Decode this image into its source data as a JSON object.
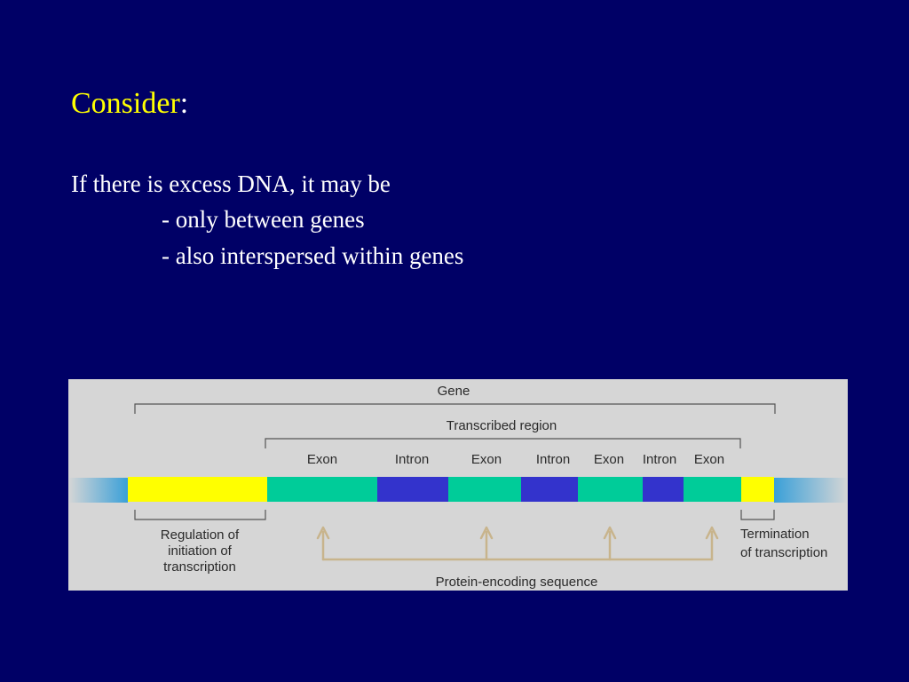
{
  "slide": {
    "title": "Consider",
    "title_suffix": ":",
    "intro": "If there is excess DNA, it may be",
    "bullets": [
      "- only between genes",
      "- also interspersed within genes"
    ]
  },
  "diagram": {
    "gene_label": "Gene",
    "transcribed_region_label": "Transcribed region",
    "segments": [
      "Exon",
      "Intron",
      "Exon",
      "Intron",
      "Exon",
      "Intron",
      "Exon"
    ],
    "regulation_label": [
      "Regulation of",
      "initiation of",
      "transcription"
    ],
    "termination_label": [
      "Termination",
      "of transcription"
    ],
    "protein_label": "Protein-encoding sequence",
    "colors": {
      "background": "#000066",
      "title": "#ffff00",
      "regulatory": "#ffff00",
      "exon": "#00cc99",
      "intron": "#3333cc",
      "bracket": "#c8b48c",
      "figure_bg": "#d6d6d6"
    }
  }
}
